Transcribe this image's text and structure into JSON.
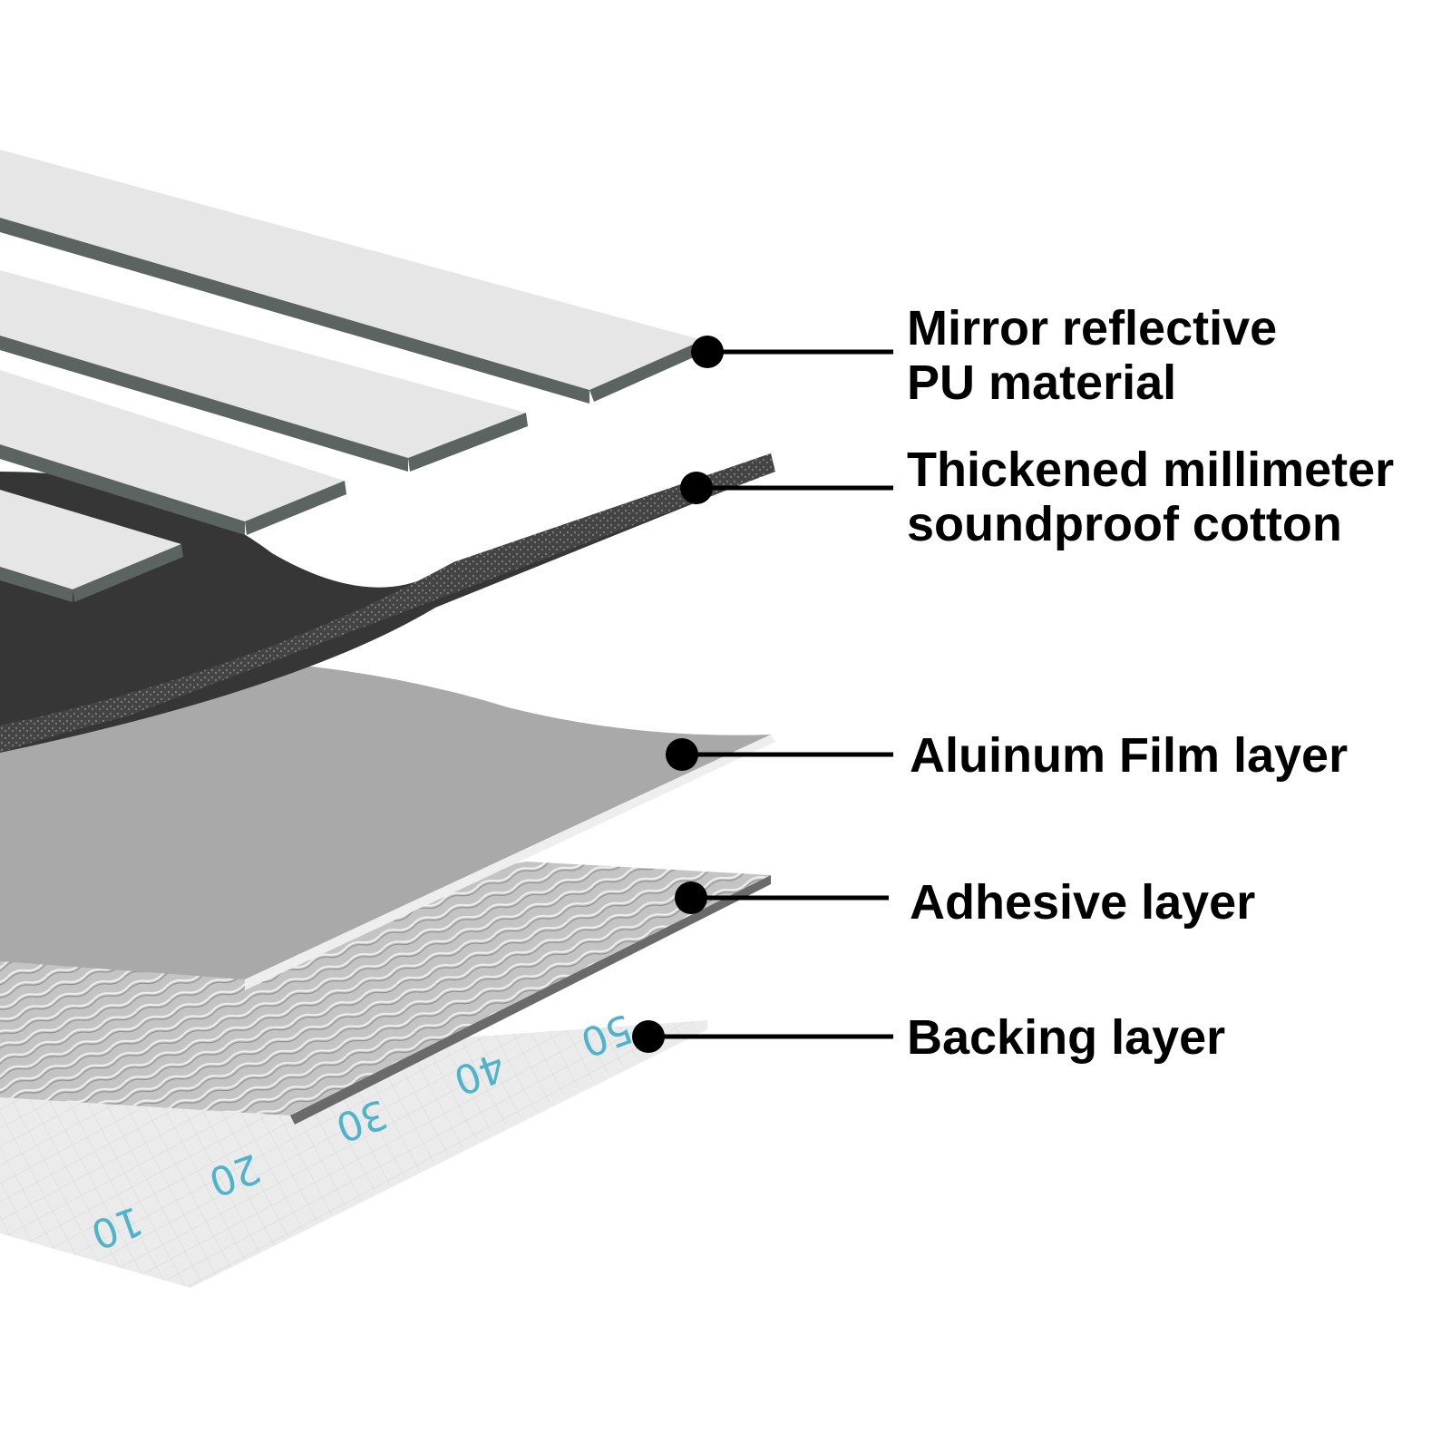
{
  "layers": [
    {
      "id": "mirror",
      "lines": [
        "Mirror reflective",
        "PU material"
      ]
    },
    {
      "id": "cotton",
      "lines": [
        "Thickened millimeter",
        "soundproof cotton"
      ]
    },
    {
      "id": "aluminum",
      "lines": [
        "Aluinum Film layer"
      ]
    },
    {
      "id": "adhesive",
      "lines": [
        "Adhesive layer"
      ]
    },
    {
      "id": "backing",
      "lines": [
        "Backing layer"
      ]
    }
  ],
  "ruler_numbers": [
    "10",
    "20",
    "30",
    "40",
    "50"
  ],
  "colors": {
    "text": "#000000",
    "strip_face": "#e6e6e6",
    "strip_edge": "#5b6461",
    "cotton": "#3c3c3c",
    "aluminum": "#a9a9a9",
    "adhesive": "#c9c9c9",
    "backing": "#ebebeb",
    "ruler": "#4fb3cc"
  }
}
